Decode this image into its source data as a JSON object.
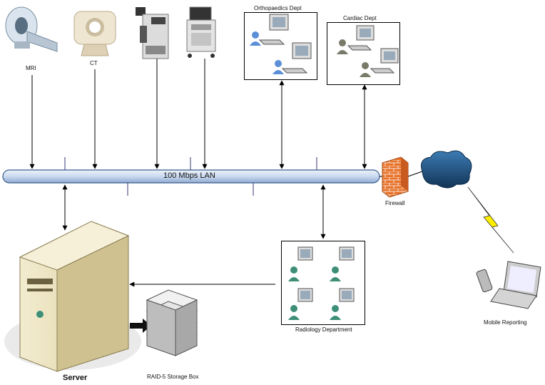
{
  "lan": {
    "label": "100 Mbps LAN"
  },
  "devices": {
    "mri": {
      "label": "MRI"
    },
    "ct": {
      "label": "CT"
    },
    "ultrasound_1": {
      "label": ""
    },
    "ultrasound_2": {
      "label": ""
    }
  },
  "departments": {
    "orthopaedics": {
      "label": "Orthopaedics Dept"
    },
    "cardiac": {
      "label": "Cardiac Dept"
    },
    "radiology": {
      "label": "Radiology Department"
    }
  },
  "firewall": {
    "label": "Firewall"
  },
  "mobile": {
    "label": "Mobile Reporting"
  },
  "server": {
    "label": "Server"
  },
  "storage": {
    "label": "RAID-5 Storage Box"
  },
  "colors": {
    "lan_fill": "#c9d9ef",
    "lan_stroke": "#3a5f8f",
    "firewall": "#e8742c",
    "cloud": "#1f4f7a",
    "lightning": "#ffee00",
    "server_body": "#e9dfb3",
    "user_blue": "#5b8fd6",
    "user_gray": "#7a7a6a",
    "user_green": "#3f8f78"
  }
}
